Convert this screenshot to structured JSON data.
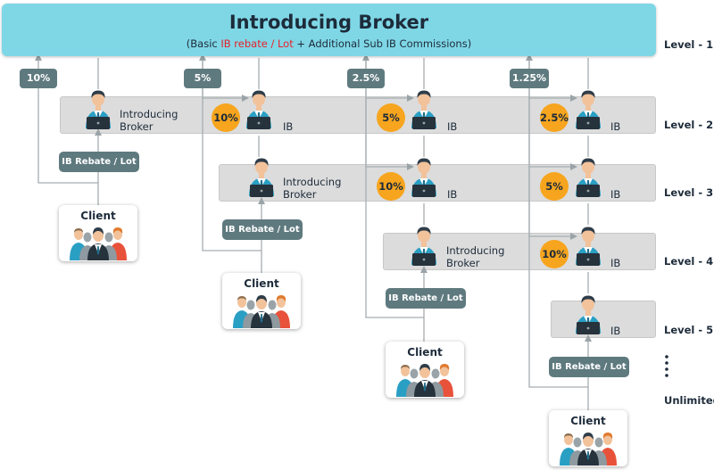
{
  "header": {
    "title": "Introducing Broker",
    "subtitle_open": "(Basic ",
    "subtitle_red": "IB rebate / Lot",
    "subtitle_rest": " + Additional Sub IB Commissions)"
  },
  "levels": [
    "Level - 1",
    "Level - 2",
    "Level - 3",
    "Level - 4",
    "Level - 5",
    "Unlimited"
  ],
  "percent_boxes": [
    "10%",
    "5%",
    "2.5%",
    "1.25%"
  ],
  "circles": [
    "10%",
    "5%",
    "2.5%",
    "10%",
    "5%",
    "10%"
  ],
  "brokers": [
    "Introducing Broker",
    "Introducing Broker",
    "Introducing Broker"
  ],
  "ib_label": "IB",
  "rebate_label": "IB Rebate / Lot",
  "client_label": "Client",
  "colors": {
    "header": "#7fd7e6",
    "subtitle_highlight": "#e8202a",
    "band": "#dcdcdc",
    "badge": "#5f7a7f",
    "circle": "#f7a51e",
    "person_shirt": "#2a9fc4",
    "person_suit": "#1f6e8c"
  },
  "icons": [
    "person-with-laptop-icon",
    "client-group-icon",
    "vertical-dots-icon",
    "arrow-up-icon",
    "arrow-right-icon"
  ]
}
